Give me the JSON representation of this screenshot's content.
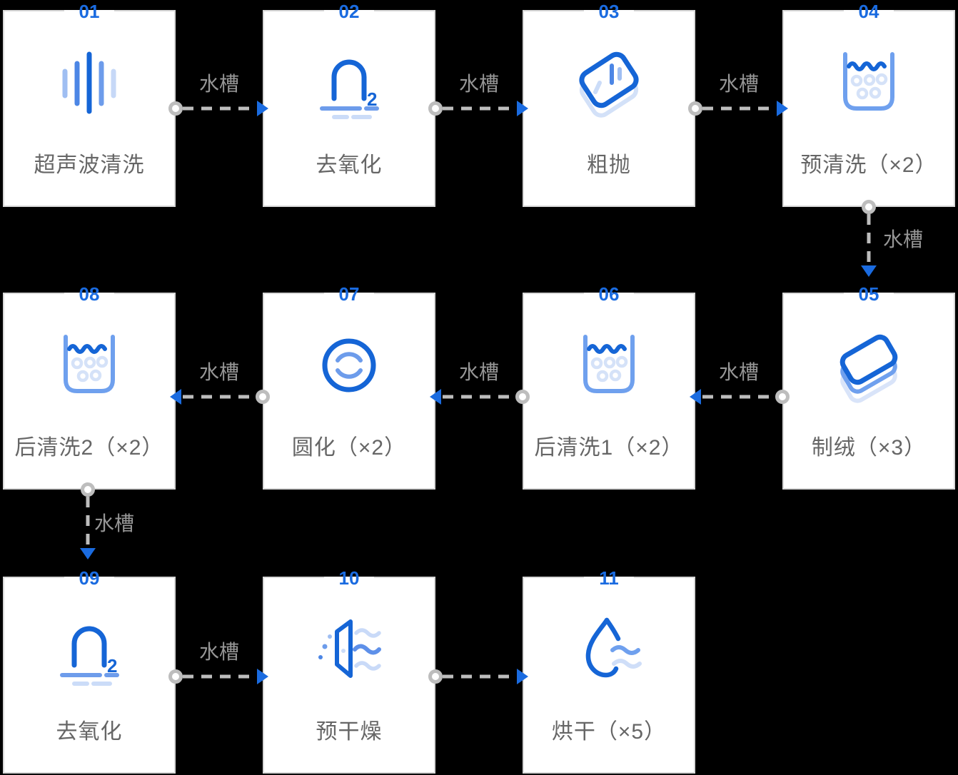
{
  "diagram": {
    "type": "process-flow",
    "description": "11-step wafer cleaning/texturing process flow, steps 01-11 connected by dashed arrows"
  },
  "colors": {
    "background": "#000000",
    "card_background": "#FFFFFF",
    "card_border": "#D8D8D8",
    "step_number_blue": "#1A6BE0",
    "icon_strong_blue": "#1565D6",
    "icon_medium_blue": "#6D9CEB",
    "icon_soft_blue": "#6FA0EE",
    "icon_pale_blue": "#CBDCF8",
    "label_gray": "#666666",
    "connector_gray": "#BDBDBD",
    "connector_label_gray": "#969696"
  },
  "steps": [
    {
      "number": "01",
      "label": "超声波清洗",
      "icon": "ultrasonic-waves"
    },
    {
      "number": "02",
      "label": "去氧化",
      "icon": "h2-arch"
    },
    {
      "number": "03",
      "label": "粗抛",
      "icon": "tilted-wafer-polish"
    },
    {
      "number": "04",
      "label": "预清洗（×2）",
      "icon": "tank-bubbles"
    },
    {
      "number": "05",
      "label": "制绒（×3）",
      "icon": "wafer-stack"
    },
    {
      "number": "06",
      "label": "后清洗1（×2）",
      "icon": "tank-bubbles"
    },
    {
      "number": "07",
      "label": "圆化（×2）",
      "icon": "concentric-arcs"
    },
    {
      "number": "08",
      "label": "后清洗2（×2）",
      "icon": "tank-bubbles"
    },
    {
      "number": "09",
      "label": "去氧化",
      "icon": "h2-arch"
    },
    {
      "number": "10",
      "label": "预干燥",
      "icon": "panel-airflow"
    },
    {
      "number": "11",
      "label": "烘干（×5）",
      "icon": "droplet-waves"
    }
  ],
  "connectors": [
    {
      "from": "01",
      "to": "02",
      "direction": "right",
      "label": "水槽"
    },
    {
      "from": "02",
      "to": "03",
      "direction": "right",
      "label": "水槽"
    },
    {
      "from": "03",
      "to": "04",
      "direction": "right",
      "label": "水槽"
    },
    {
      "from": "04",
      "to": "05",
      "direction": "down",
      "label": "水槽"
    },
    {
      "from": "05",
      "to": "06",
      "direction": "left",
      "label": "水槽"
    },
    {
      "from": "06",
      "to": "07",
      "direction": "left",
      "label": "水槽"
    },
    {
      "from": "07",
      "to": "08",
      "direction": "left",
      "label": "水槽"
    },
    {
      "from": "08",
      "to": "09",
      "direction": "down",
      "label": "水槽"
    },
    {
      "from": "09",
      "to": "10",
      "direction": "right",
      "label": "水槽"
    },
    {
      "from": "10",
      "to": "11",
      "direction": "right",
      "label": ""
    }
  ]
}
